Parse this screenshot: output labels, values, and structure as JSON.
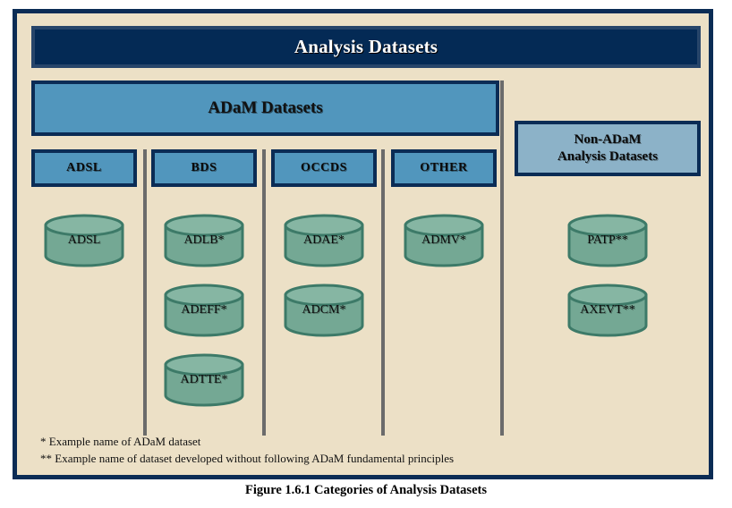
{
  "figure": {
    "caption": "Figure 1.6.1 Categories of Analysis Datasets",
    "header_title": "Analysis Datasets",
    "adam_title": "ADaM Datasets",
    "nonadam_title_line1": "Non-ADaM",
    "nonadam_title_line2": "Analysis Datasets"
  },
  "colors": {
    "background": "#ece0c6",
    "navy": "#042a55",
    "navy_border": "#0b2c55",
    "medium_blue": "#5196bd",
    "light_blue": "#8cb2c8",
    "cylinder_fill": "#74a894",
    "cylinder_top": "#86b6a3",
    "cylinder_stroke": "#3d7a68",
    "separator_gray": "#6b6b6b",
    "header_text": "#ffffff"
  },
  "adam_categories": [
    {
      "label": "ADSL",
      "datasets": [
        {
          "name": "ADSL"
        }
      ]
    },
    {
      "label": "BDS",
      "datasets": [
        {
          "name": "ADLB*"
        },
        {
          "name": "ADEFF*"
        },
        {
          "name": "ADTTE*"
        }
      ]
    },
    {
      "label": "OCCDS",
      "datasets": [
        {
          "name": "ADAE*"
        },
        {
          "name": "ADCM*"
        }
      ]
    },
    {
      "label": "OTHER",
      "datasets": [
        {
          "name": "ADMV*"
        }
      ]
    }
  ],
  "nonadam_datasets": [
    {
      "name": "PATP**"
    },
    {
      "name": "AXEVT**"
    }
  ],
  "footnotes": [
    "*  Example name of ADaM dataset",
    "** Example name of dataset developed without following ADaM fundamental principles"
  ]
}
